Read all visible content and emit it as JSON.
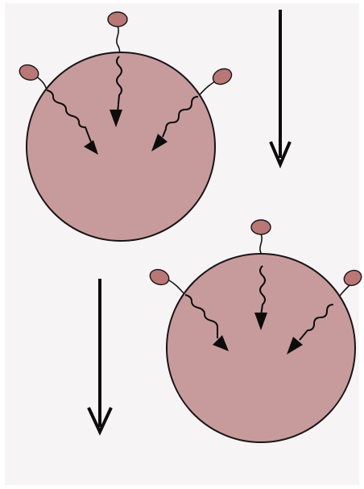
{
  "colors": {
    "page_background": "#ffffff",
    "panel_background": "#f6f4f5",
    "cell_fill": "#c79b9c",
    "cell_stroke": "#1a1416",
    "receptor_head_fill": "#b97776",
    "arrow_color": "#0d0b0c"
  },
  "diagram": {
    "cells": [
      {
        "id": "cell-top-left",
        "receptors": [
          "receptor-left",
          "receptor-top",
          "receptor-right"
        ],
        "signal_arrows": 3
      },
      {
        "id": "cell-bottom-right",
        "receptors": [
          "receptor-left",
          "receptor-top",
          "receptor-right"
        ],
        "signal_arrows": 3
      }
    ],
    "flow_arrows": [
      {
        "id": "flow-arrow-right",
        "direction": "down"
      },
      {
        "id": "flow-arrow-left",
        "direction": "down"
      }
    ]
  }
}
